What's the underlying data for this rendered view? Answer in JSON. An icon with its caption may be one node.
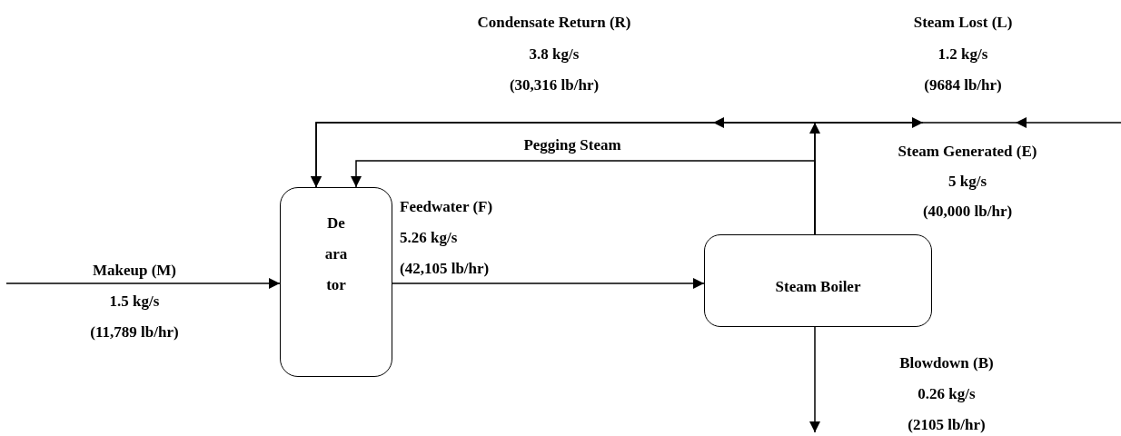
{
  "diagram": {
    "nodes": [
      {
        "text": [
          "De ara tor"
        ]
      },
      {
        "text": [
          "Steam Boiler"
        ]
      }
    ],
    "edges": [
      {
        "from": null,
        "to": 0,
        "arrow": "to",
        "label": "Makeup (M)"
      },
      {
        "from": 0,
        "to": 1,
        "arrow": "to",
        "label": "Feedwater (F)"
      },
      {
        "from": 1,
        "to": 0,
        "arrow": "to",
        "label": "Pegging Steam"
      },
      {
        "from": 1,
        "to": 0,
        "arrow": "to"
      },
      {
        "from": 1,
        "to": null,
        "arrow": "to"
      },
      {
        "from": 1,
        "to": null,
        "arrow": "to"
      },
      {
        "from": null,
        "to": 0,
        "arrow": "to"
      }
    ],
    "labels": [
      "Condensate Return (R)",
      "3.8 kg/s",
      "(30,316 lb/hr)",
      "Steam Lost (L)",
      "1.2 kg/s",
      "(9684 lb/hr)",
      "Steam Generated (E)",
      "5 kg/s",
      "(40,000 lb/hr)",
      "5.26 kg/s",
      "(42,105 lb/hr)",
      "1.5 kg/s",
      "(11,789 lb/hr)",
      "Blowdown (B)",
      "0.26 kg/s",
      "(2105 lb/hr)"
    ]
  }
}
